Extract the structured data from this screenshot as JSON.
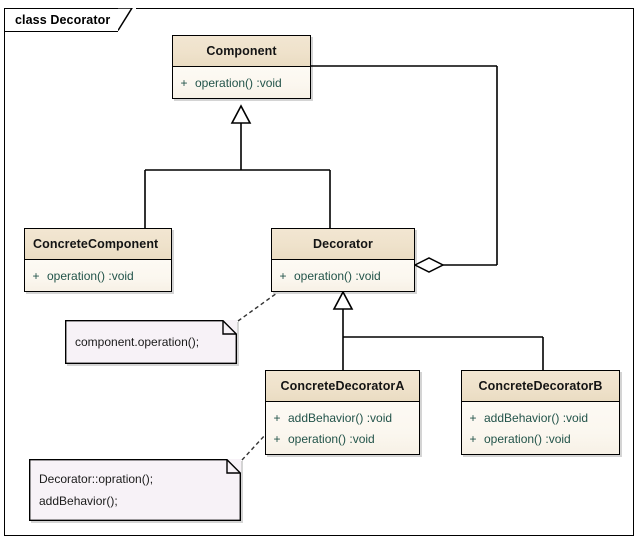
{
  "frame": {
    "title": "class Decorator"
  },
  "classes": [
    {
      "id": "component",
      "name": "Component",
      "title_align": "center",
      "members": [
        {
          "visibility": "+",
          "signature": "operation()  :void"
        }
      ]
    },
    {
      "id": "concrete-component",
      "name": "ConcreteComponent",
      "title_align": "left",
      "members": [
        {
          "visibility": "+",
          "signature": "operation()  :void"
        }
      ]
    },
    {
      "id": "decorator",
      "name": "Decorator",
      "title_align": "center",
      "members": [
        {
          "visibility": "+",
          "signature": "operation()  :void"
        }
      ]
    },
    {
      "id": "concrete-decorator-a",
      "name": "ConcreteDecoratorA",
      "title_align": "center",
      "members": [
        {
          "visibility": "+",
          "signature": "addBehavior()  :void"
        },
        {
          "visibility": "+",
          "signature": "operation()  :void"
        }
      ]
    },
    {
      "id": "concrete-decorator-b",
      "name": "ConcreteDecoratorB",
      "title_align": "center",
      "members": [
        {
          "visibility": "+",
          "signature": "addBehavior()  :void"
        },
        {
          "visibility": "+",
          "signature": "operation()  :void"
        }
      ]
    }
  ],
  "notes": [
    {
      "id": "note-decorator-operation",
      "lines": [
        "component.operation();"
      ]
    },
    {
      "id": "note-concrete-decorator-a",
      "lines": [
        "Decorator::opration();",
        "addBehavior();"
      ]
    }
  ],
  "relationships": [
    {
      "id": "generalization-concrete-component-to-component",
      "type": "generalization",
      "from": "ConcreteComponent",
      "to": "Component"
    },
    {
      "id": "generalization-decorator-to-component",
      "type": "generalization",
      "from": "Decorator",
      "to": "Component"
    },
    {
      "id": "aggregation-decorator-to-component",
      "type": "aggregation",
      "from": "Decorator",
      "to": "Component"
    },
    {
      "id": "generalization-concrete-decorator-a-to-decorator",
      "type": "generalization",
      "from": "ConcreteDecoratorA",
      "to": "Decorator"
    },
    {
      "id": "generalization-concrete-decorator-b-to-decorator",
      "type": "generalization",
      "from": "ConcreteDecoratorB",
      "to": "Decorator"
    },
    {
      "id": "note-link-decorator",
      "type": "note-link",
      "from": "note-decorator-operation",
      "to": "Decorator"
    },
    {
      "id": "note-link-concrete-decorator-a",
      "type": "note-link",
      "from": "note-concrete-decorator-a",
      "to": "ConcreteDecoratorA"
    }
  ],
  "colors": {
    "class_header": "#efe2cb",
    "class_body": "#fbf7ef",
    "member_text": "#23544a",
    "note_background": "#f7f2f7",
    "line": "#000000"
  }
}
